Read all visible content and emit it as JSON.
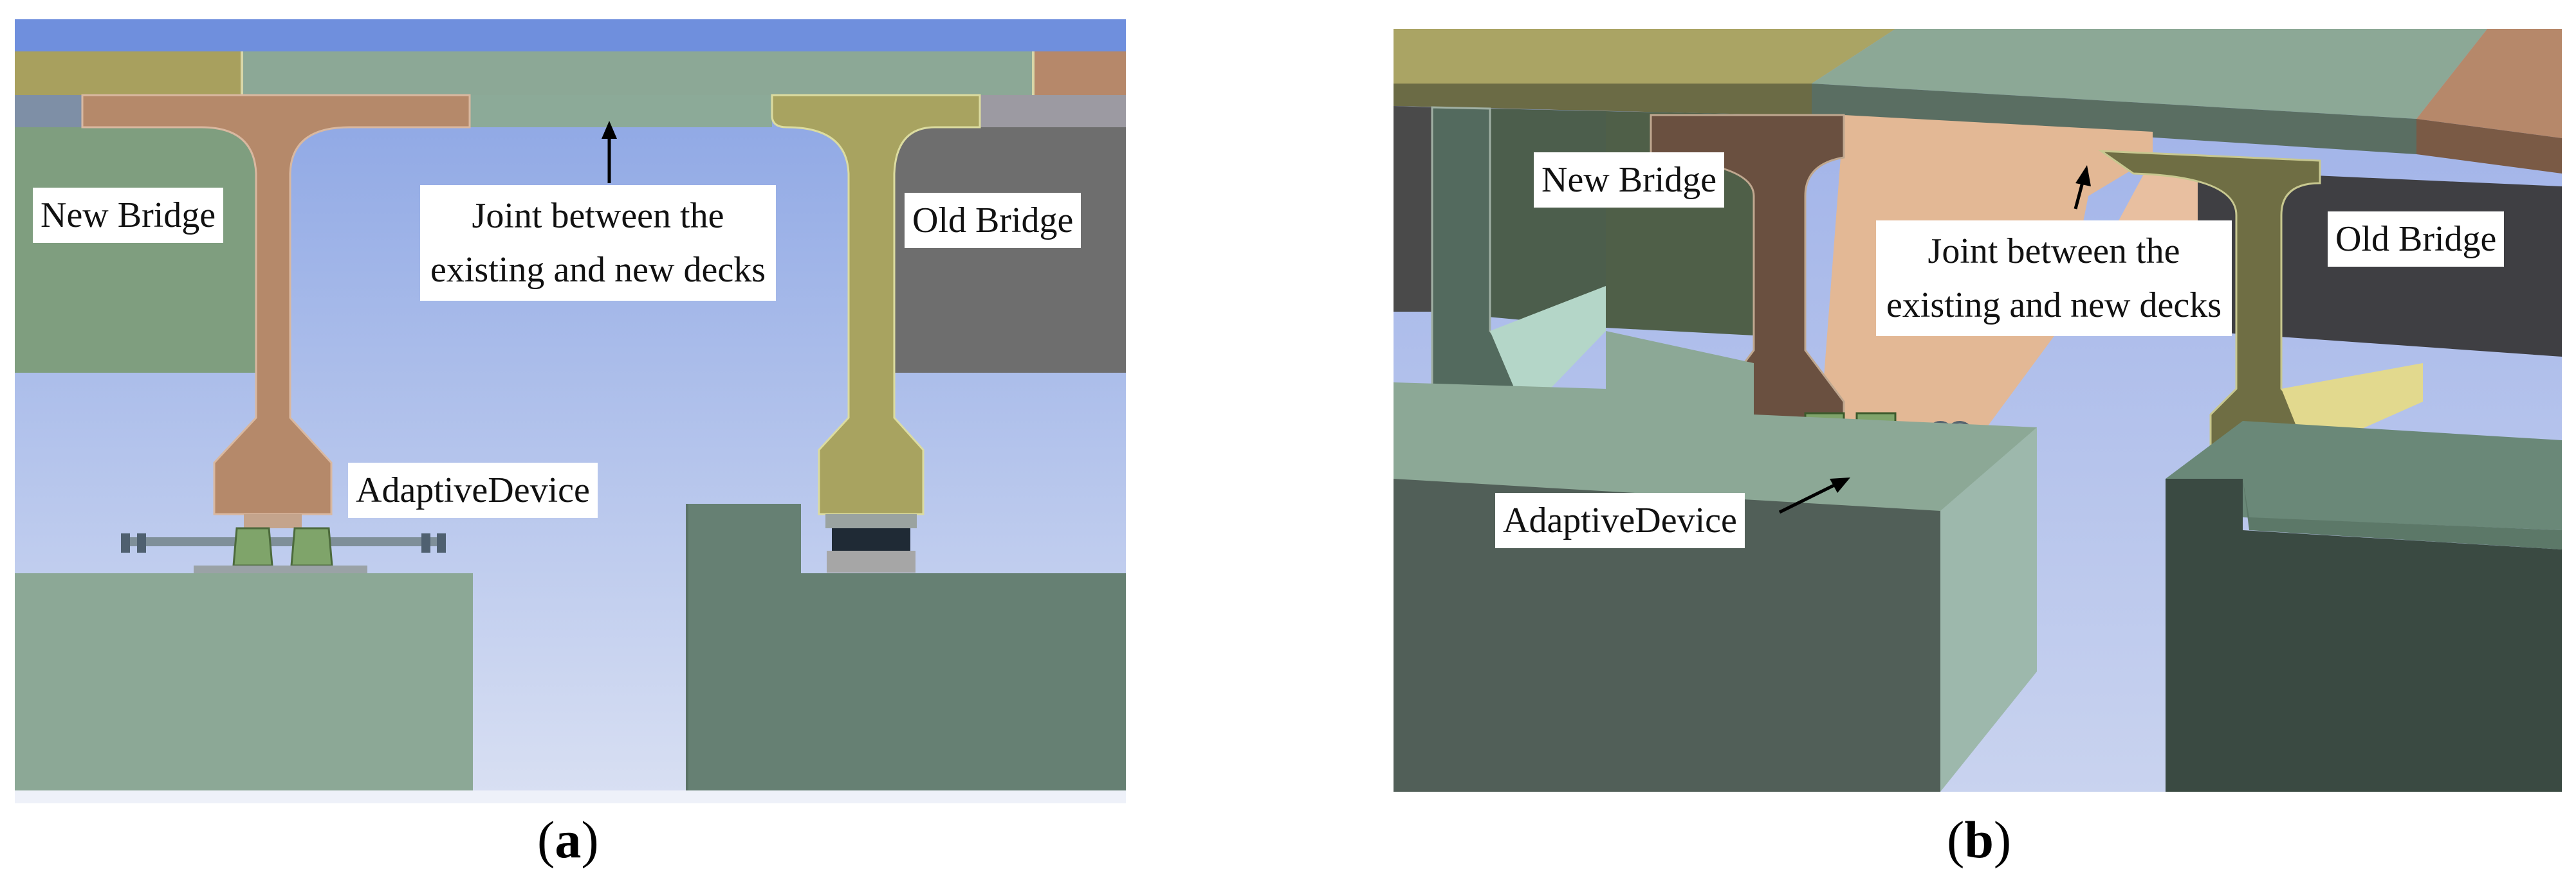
{
  "panels": [
    {
      "caption_letter": "a",
      "labels": {
        "new_bridge": "New Bridge",
        "old_bridge": "Old Bridge",
        "joint_line1": "Joint between the",
        "joint_line2": "existing and new decks",
        "adaptive_device": "AdaptiveDevice"
      }
    },
    {
      "caption_letter": "b",
      "labels": {
        "new_bridge": "New Bridge",
        "old_bridge": "Old Bridge",
        "joint_line1": "Joint between the",
        "joint_line2": "existing and new decks",
        "adaptive_device": "AdaptiveDevice"
      }
    }
  ],
  "colors": {
    "new_bridge_tan": "#b5896a",
    "old_bridge_olive": "#a8a360",
    "deck_teal": "#8ca896",
    "pier_green": "#7f9e7f",
    "pier_dark": "#6b7a6e",
    "old_deck_gray": "#6e6e6e",
    "sky_top": "#8aa4e4",
    "sky_bottom": "#d6ddf2"
  }
}
